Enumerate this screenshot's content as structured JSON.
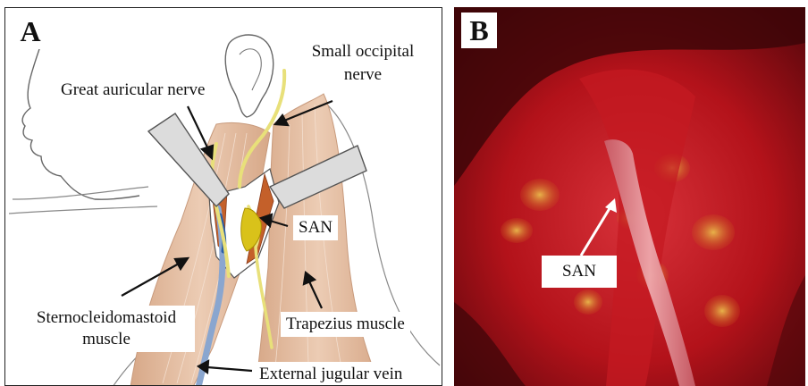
{
  "figure": {
    "panel_a": {
      "letter": "A",
      "labels": {
        "great_auricular": "Great auricular nerve",
        "small_occipital_line1": "Small occipital",
        "small_occipital_line2": "nerve",
        "san": "SAN",
        "scm_line1": "Sternocleidomastoid",
        "scm_line2": "muscle",
        "trapezius": "Trapezius muscle",
        "ejv": "External jugular vein"
      }
    },
    "panel_b": {
      "letter": "B",
      "labels": {
        "san": "SAN"
      }
    },
    "colors": {
      "nerve": "#e8e07a",
      "san_nerve": "#d9c21a",
      "muscle": "#e6c2a6",
      "vein": "#8aa6cf",
      "tissue": "#b3121a"
    }
  }
}
